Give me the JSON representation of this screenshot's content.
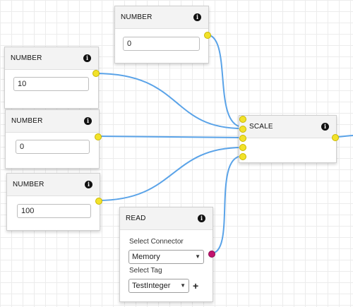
{
  "nodes": {
    "number_top": {
      "title": "NUMBER",
      "value": "0"
    },
    "number_a": {
      "title": "NUMBER",
      "value": "10"
    },
    "number_b": {
      "title": "NUMBER",
      "value": "0"
    },
    "number_c": {
      "title": "NUMBER",
      "value": "100"
    },
    "scale": {
      "title": "SCALE"
    },
    "read": {
      "title": "READ",
      "connector_label": "Select Connector",
      "connector_value": "Memory",
      "tag_label": "Select Tag",
      "tag_value": "TestInteger",
      "add_symbol": "+"
    }
  },
  "icons": {
    "info": "info-circle-icon",
    "chevron": "chevron-down-icon",
    "add": "plus-icon"
  },
  "colors": {
    "wire": "#5aa3e8",
    "port_output": "#f2e22a",
    "port_connector": "#c2136f",
    "header_bg": "#f3f3f3"
  }
}
